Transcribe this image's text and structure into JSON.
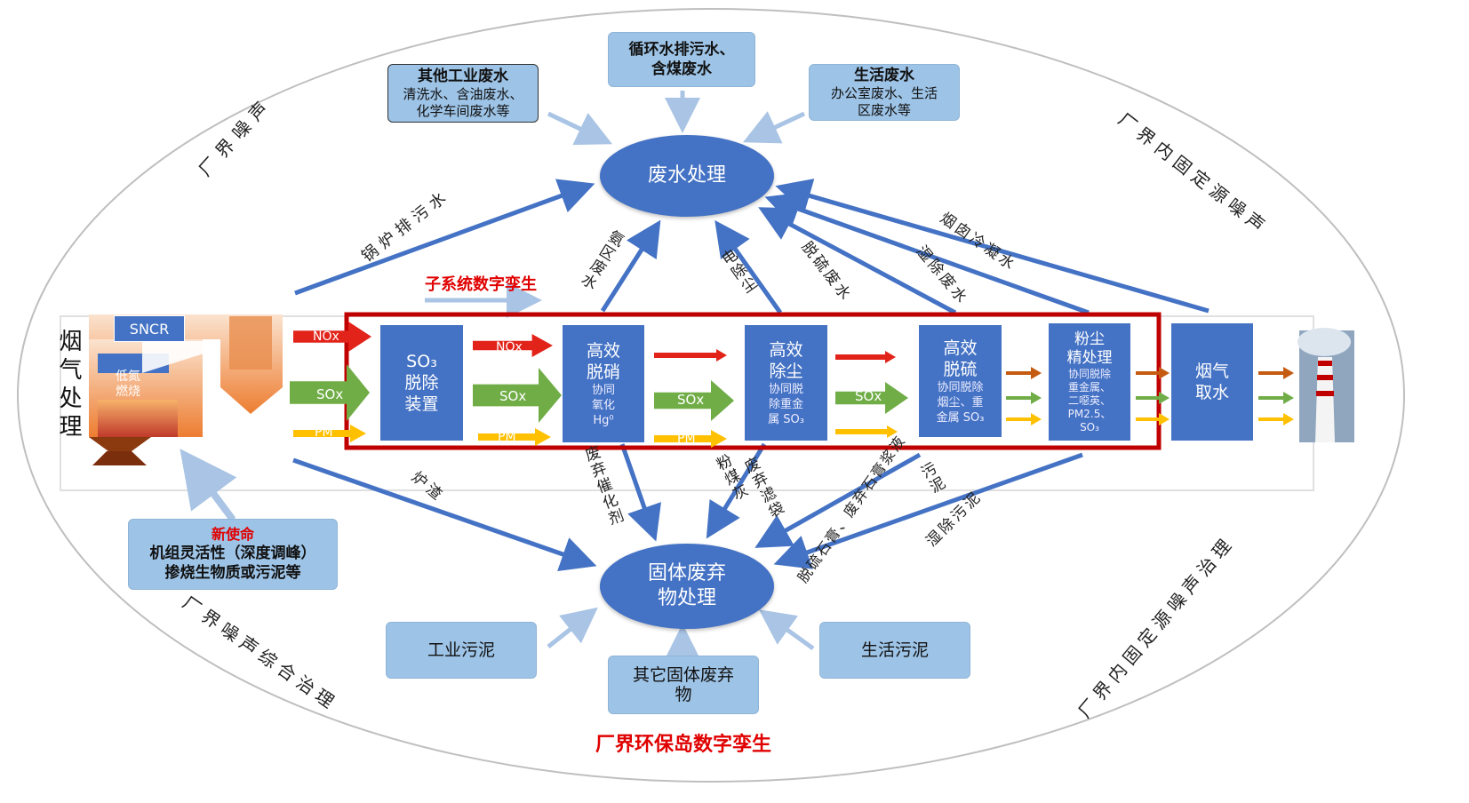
{
  "sources_top": [
    {
      "title": "其他工业废水",
      "sub": [
        "清洗水、含油废水、",
        "化学车间废水等"
      ]
    },
    {
      "title": "循环水排污水、",
      "sub": [
        "含煤废水"
      ]
    },
    {
      "title": "生活废水",
      "sub": [
        "办公室废水、生活",
        "区废水等"
      ]
    }
  ],
  "sources_bottom": [
    {
      "title": "工业污泥"
    },
    {
      "title": "其它固体废弃",
      "sub2": "物"
    },
    {
      "title": "生活污泥"
    }
  ],
  "centers": {
    "wastewater": "废水处理",
    "solid_line1": "固体废弃",
    "solid_line2": "物处理"
  },
  "boiler": {
    "sncr": "SNCR",
    "low_nox": "低氮\n燃烧",
    "side_title": "烟气处理"
  },
  "gas_labels": {
    "nox": "NOx",
    "sox": "SOx",
    "pm": "PM"
  },
  "process": [
    {
      "title": "SO₃\n脱除\n装置",
      "sub": ""
    },
    {
      "title": "高效\n脱硝",
      "sub": "协同\n氧化\nHg⁰"
    },
    {
      "title": "高效\n除尘",
      "sub": "协同脱\n除重金\n属 SO₃"
    },
    {
      "title": "高效\n脱硫",
      "sub": "协同脱除\n烟尘、重\n金属 SO₃"
    },
    {
      "title": "粉尘\n精处理",
      "sub": "协同脱除\n重金属、\n二噁英、\nPM2.5、\nSO₃"
    },
    {
      "title": "烟气\n取水",
      "sub": ""
    }
  ],
  "flow_labels_up": {
    "boiler_drain": "锅炉排污水",
    "ammonia": "氨区废水",
    "precipitator": "电除尘",
    "desulf": "脱硫废水",
    "wet_dust": "湿除废水",
    "flue_water": "烟囱冷凝水"
  },
  "flow_labels_down": {
    "slag": "炉渣",
    "catalyst": "废弃催化剂",
    "ash": "粉煤灰",
    "filter": "废弃滤袋",
    "gypsum": "脱硫石膏、废弃石膏浆液",
    "sludge": "污泥",
    "wet_sludge": "湿除污泥"
  },
  "noise_labels": {
    "top_left": "厂界噪声",
    "top_right": "厂界内固定源噪声",
    "bottom_left": "厂界噪声综合治理",
    "bottom_right": "厂界内固定源噪声治理"
  },
  "subsystem_title": "子系统数字孪生",
  "mission": {
    "title": "新使命",
    "line1": "机组灵活性（深度调峰）",
    "line2": "掺烧生物质或污泥等"
  },
  "bottom_title": "厂界环保岛数字孪生",
  "colors": {
    "node": "#4472C4",
    "source": "#9DC3E6",
    "red": "#E00000",
    "nox": "#E2231A",
    "sox": "#70AD47",
    "pm": "#FFC000",
    "brown": "#C55A11"
  }
}
